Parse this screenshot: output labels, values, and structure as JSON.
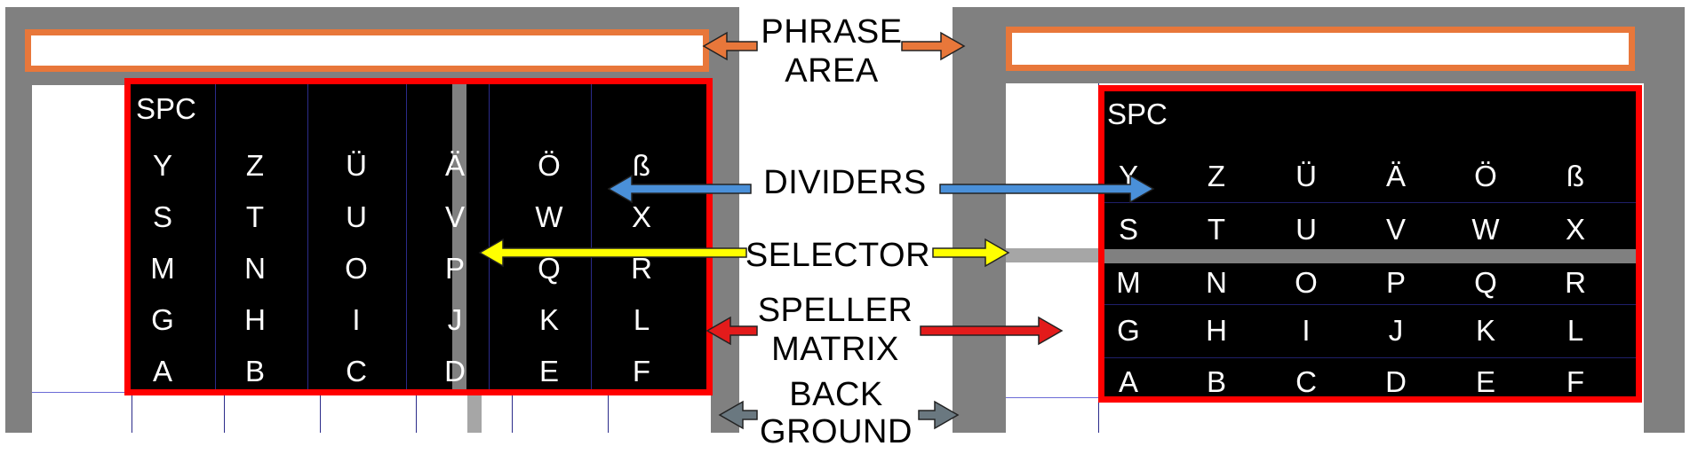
{
  "colors": {
    "phrase_border": "#e8773a",
    "matrix_border": "#ff0000",
    "divider_arrow": "#4a90d9",
    "selector_arrow": "#ffff00",
    "speller_arrow": "#e31b1b",
    "background_arrow": "#6a7880",
    "background_panel": "#808080"
  },
  "labels": {
    "phrase_line1": "PHRASE",
    "phrase_line2": "AREA",
    "dividers": "DIVIDERS",
    "selector": "SELECTOR",
    "speller_line1": "SPELLER",
    "speller_line2": "MATRIX",
    "background_line1": "BACK",
    "background_line2": "GROUND"
  },
  "matrix": {
    "spc": "SPC",
    "rows": [
      [
        "Y",
        "Z",
        "Ü",
        "Ä",
        "Ö",
        "ß"
      ],
      [
        "S",
        "T",
        "U",
        "V",
        "W",
        "X"
      ],
      [
        "M",
        "N",
        "O",
        "P",
        "Q",
        "R"
      ],
      [
        "G",
        "H",
        "I",
        "J",
        "K",
        "L"
      ],
      [
        "A",
        "B",
        "C",
        "D",
        "E",
        "F"
      ]
    ]
  }
}
